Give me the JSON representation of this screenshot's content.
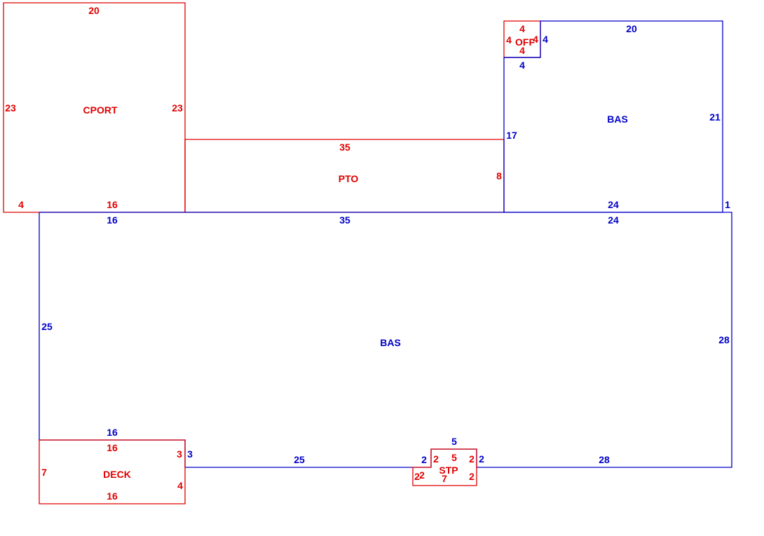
{
  "colors": {
    "bas": "#0000c8",
    "other": "#e00000",
    "background": "#ffffff"
  },
  "areas": {
    "bas_main": "BAS",
    "bas_upper": "BAS",
    "cport": "CPORT",
    "pto": "PTO",
    "off": "OFF",
    "deck": "DECK",
    "stp": "STP"
  },
  "dims": {
    "cport_top": "20",
    "cport_left": "23",
    "cport_right": "23",
    "cport_bottom_left": "4",
    "cport_bottom": "16",
    "pto_top": "35",
    "pto_right": "8",
    "off_top": "4",
    "off_left": "4",
    "off_inner_right": "4",
    "off_inner_bottom": "4",
    "off_right_blue": "4",
    "off_bottom_blue": "4",
    "upper_top": "20",
    "upper_left": "17",
    "upper_right": "21",
    "upper_bottom": "24",
    "upper_corner": "1",
    "main_top_left": "16",
    "main_top_mid": "35",
    "main_top_right": "24",
    "main_left": "25",
    "main_right": "28",
    "main_bottom_left": "25",
    "main_bottom_right": "28",
    "deck_top_blue": "16",
    "deck_top": "16",
    "deck_left": "7",
    "deck_right_top": "3",
    "deck_right_blue": "3",
    "deck_right": "4",
    "deck_bottom": "16",
    "stp_top": "5",
    "stp_left_blue": "2",
    "stp_left_inner": "2",
    "stp_inner_top": "5",
    "stp_right_inner": "2",
    "stp_right_blue": "2",
    "stp_bottom_left1": "2",
    "stp_bottom_left2": "2",
    "stp_bottom": "7",
    "stp_bottom_right": "2"
  }
}
